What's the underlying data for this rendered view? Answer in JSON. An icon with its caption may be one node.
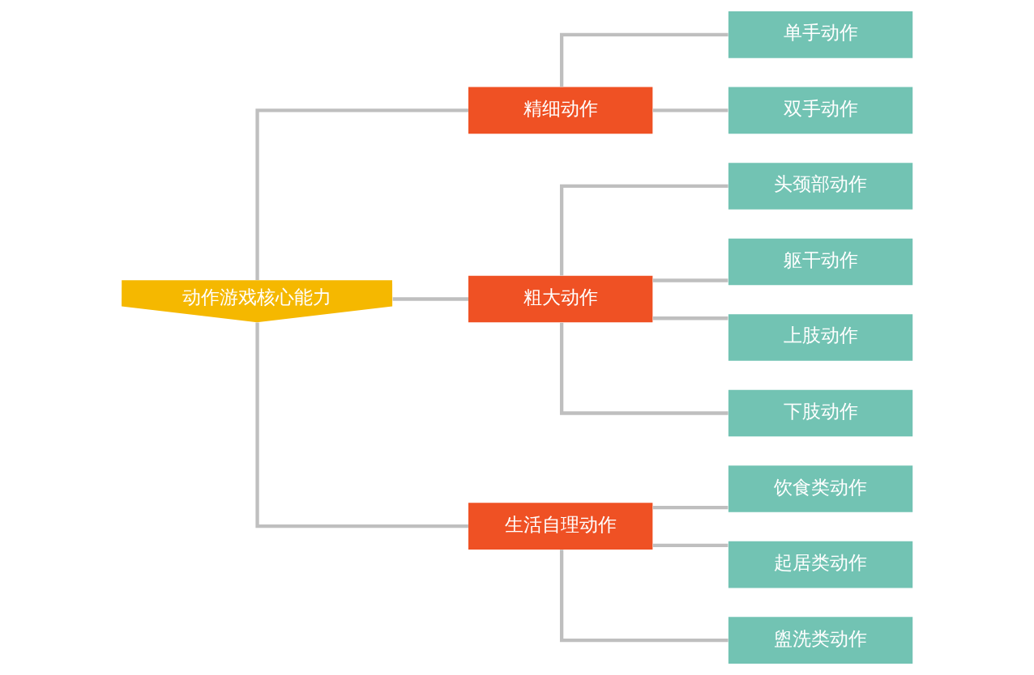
{
  "diagram": {
    "nodes": [
      {
        "text": [
          "动作游戏核心能力"
        ]
      },
      {
        "text": [
          "精细动作"
        ]
      },
      {
        "text": [
          "单手动作"
        ]
      },
      {
        "text": [
          "双手动作"
        ]
      },
      {
        "text": [
          "头颈部动作"
        ]
      },
      {
        "text": [
          "躯干动作"
        ]
      },
      {
        "text": [
          "上肢动作"
        ]
      },
      {
        "text": [
          "下肢动作"
        ]
      },
      {
        "text": [
          "粗大动作"
        ]
      },
      {
        "text": [
          "生活自理动作"
        ]
      },
      {
        "text": [
          "饮食类动作"
        ]
      },
      {
        "text": [
          "起居类动作"
        ]
      },
      {
        "text": [
          "盥洗类动作"
        ]
      }
    ],
    "edges": [
      {
        "from": 0,
        "to": 1,
        "arrow": "none"
      },
      {
        "from": 0,
        "to": 8,
        "arrow": "none"
      },
      {
        "from": 0,
        "to": 9,
        "arrow": "none"
      },
      {
        "from": 1,
        "to": 2,
        "arrow": "none"
      },
      {
        "from": 1,
        "to": 3,
        "arrow": "none"
      },
      {
        "from": 8,
        "to": 4,
        "arrow": "none"
      },
      {
        "from": 8,
        "to": 5,
        "arrow": "none"
      },
      {
        "from": 8,
        "to": 6,
        "arrow": "none"
      },
      {
        "from": 8,
        "to": 7,
        "arrow": "none"
      },
      {
        "from": 9,
        "to": 10,
        "arrow": "none"
      },
      {
        "from": 9,
        "to": 11,
        "arrow": "none"
      },
      {
        "from": 9,
        "to": 12,
        "arrow": "none"
      }
    ]
  }
}
